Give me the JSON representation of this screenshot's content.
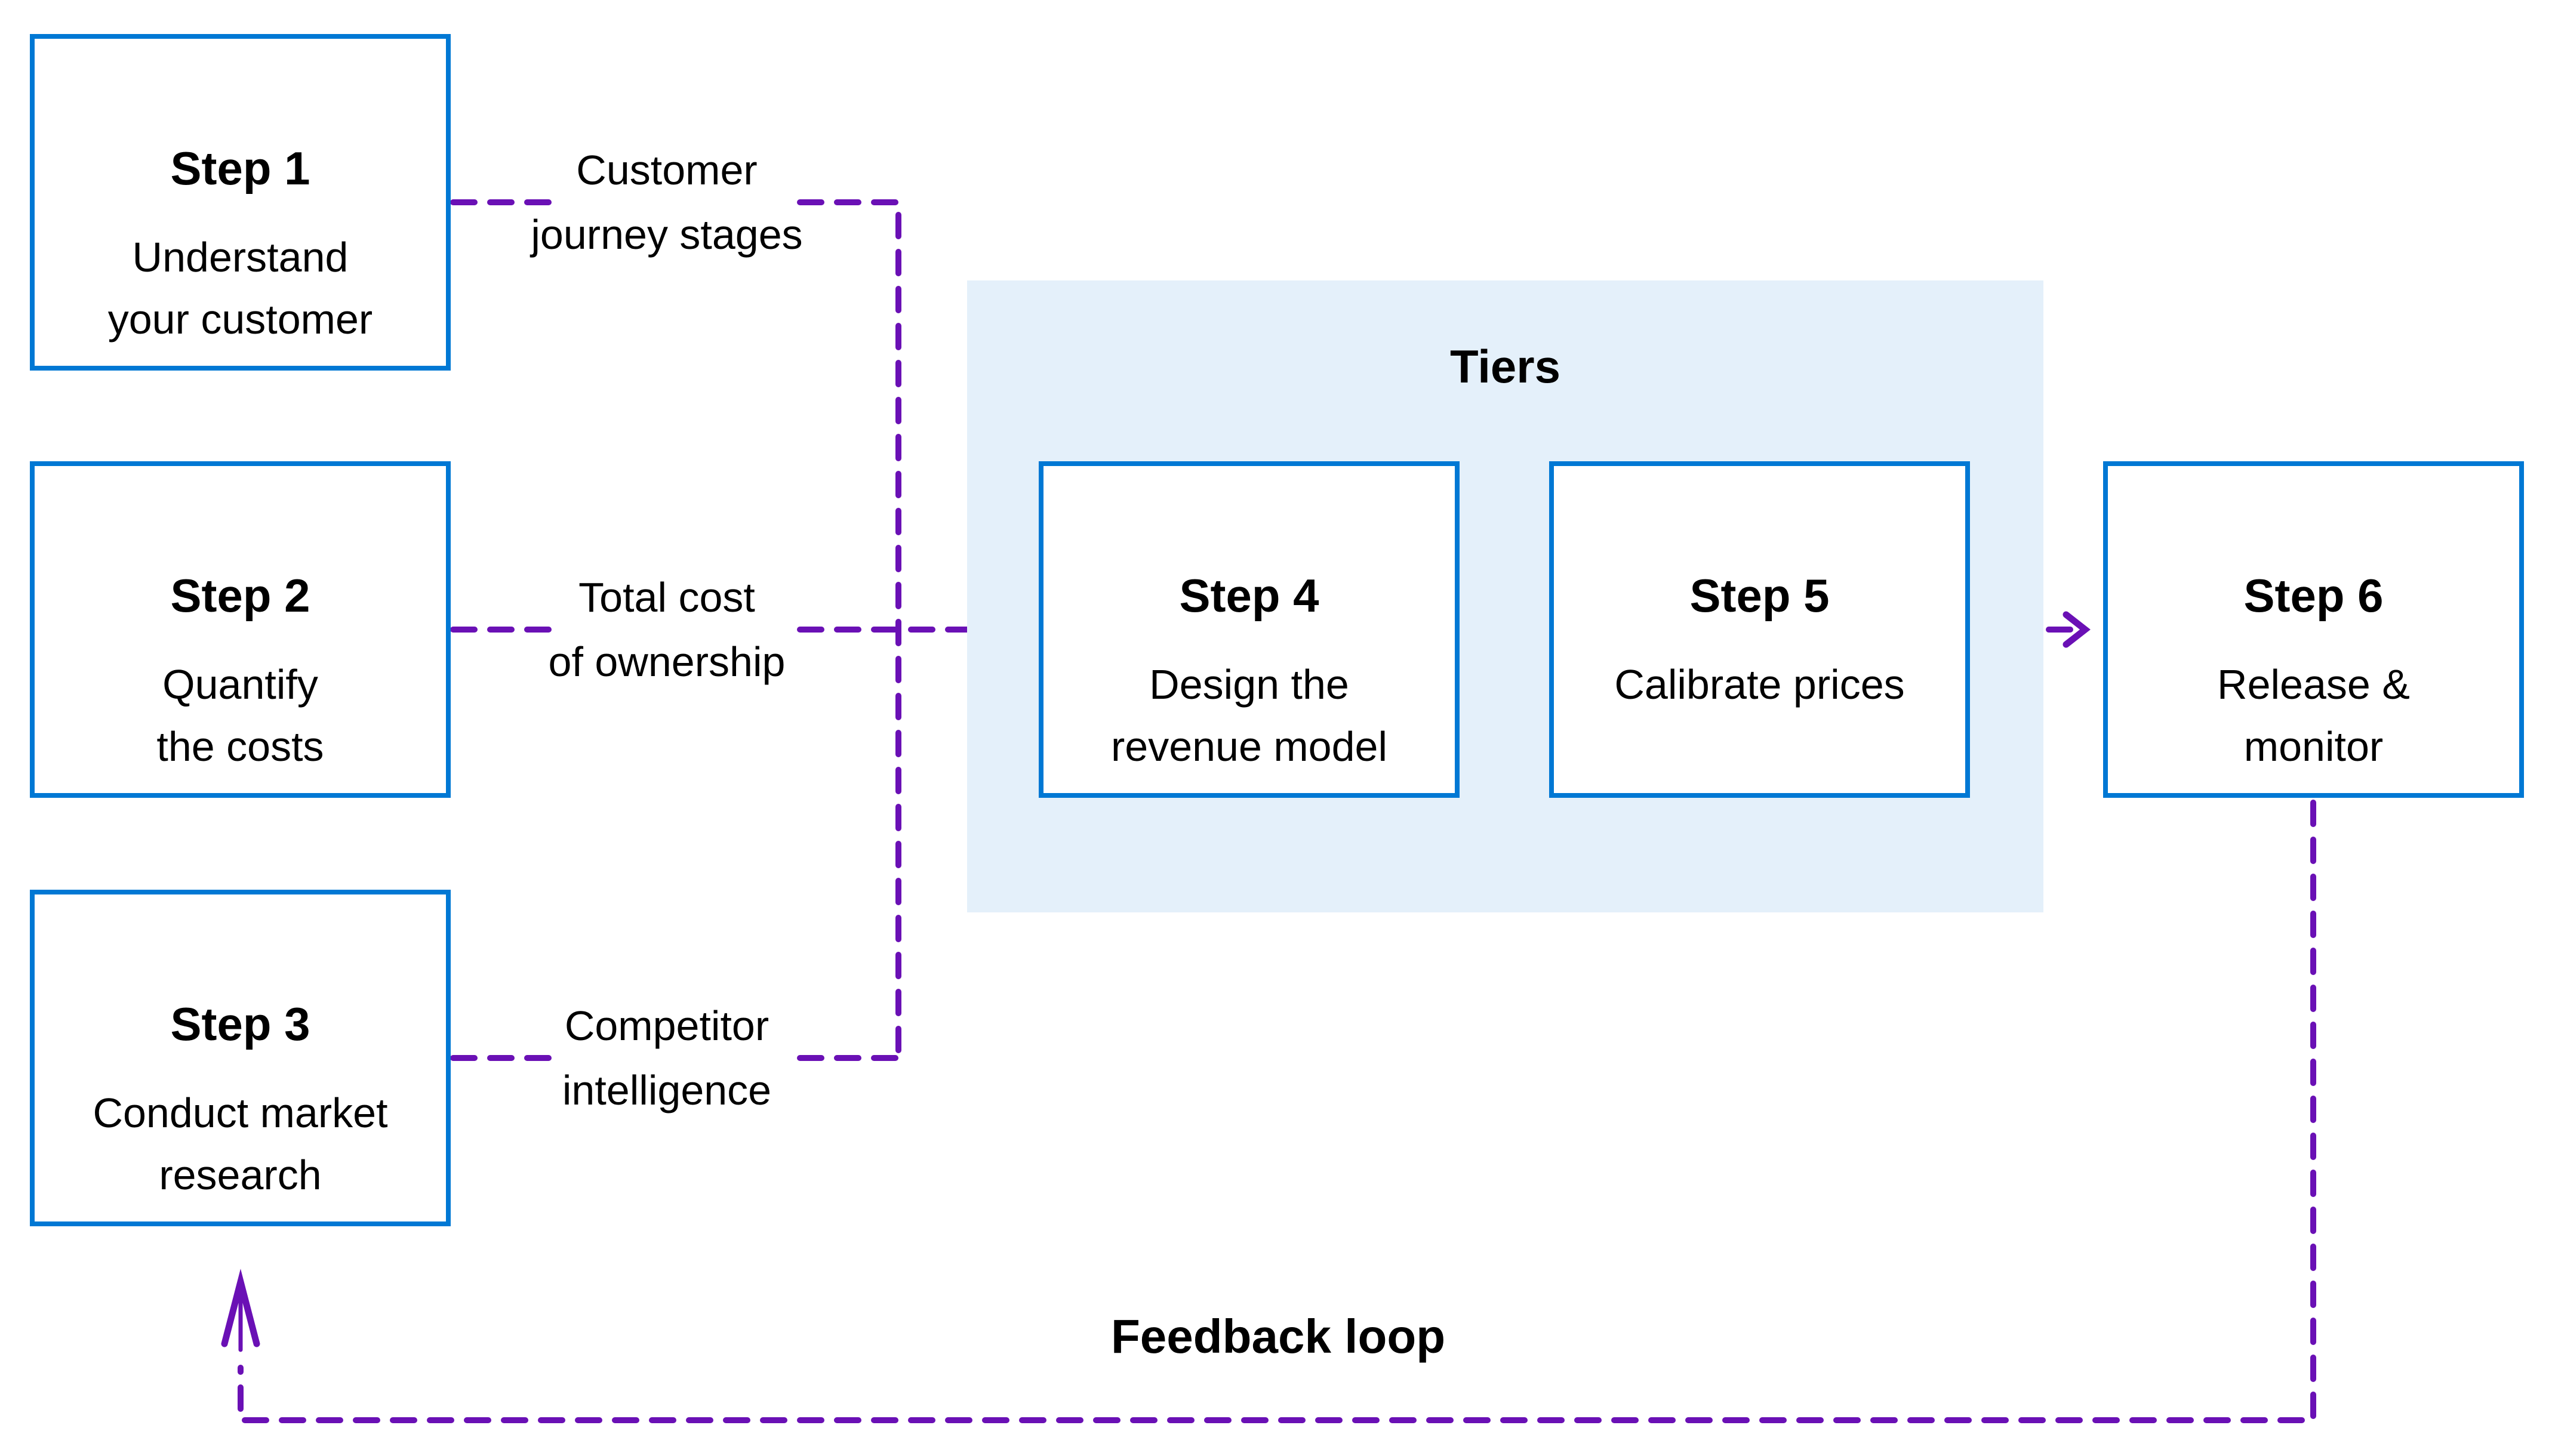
{
  "diagram": {
    "colors": {
      "box_border": "#0078D4",
      "connector": "#6A10B5",
      "tiers_fill": "#E4F0FA",
      "text": "#000000",
      "bg": "#ffffff"
    },
    "tiers": {
      "label": "Tiers"
    },
    "steps": [
      {
        "title": "Step 1",
        "line1": "Understand",
        "line2": "your customer"
      },
      {
        "title": "Step 2",
        "line1": "Quantify",
        "line2": "the costs"
      },
      {
        "title": "Step 3",
        "line1": "Conduct market",
        "line2": "research"
      },
      {
        "title": "Step 4",
        "line1": "Design the",
        "line2": "revenue model"
      },
      {
        "title": "Step 5",
        "line1": "Calibrate prices",
        "line2": ""
      },
      {
        "title": "Step 6",
        "line1": "Release &",
        "line2": "monitor"
      }
    ],
    "connector_labels": [
      {
        "line1": "Customer",
        "line2": "journey stages"
      },
      {
        "line1": "Total cost",
        "line2": "of ownership"
      },
      {
        "line1": "Competitor",
        "line2": "intelligence"
      }
    ],
    "feedback_label": "Feedback loop"
  }
}
